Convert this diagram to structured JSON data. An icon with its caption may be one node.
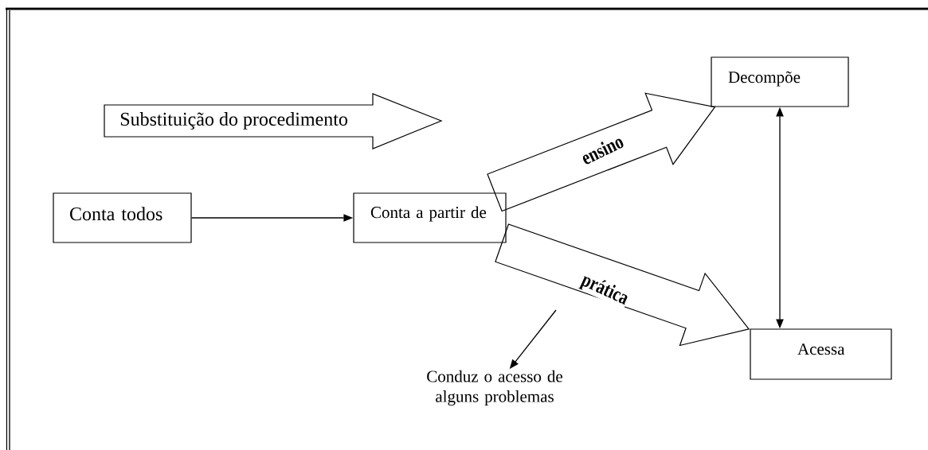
{
  "diagram": {
    "nodes": [
      {
        "text": [
          "Conta todos"
        ]
      },
      {
        "text": [
          "Conta a partir de"
        ]
      },
      {
        "text": [
          "Decompõe"
        ]
      },
      {
        "text": [
          "Acessa"
        ]
      },
      {
        "text": [
          "Substituição do procedimento"
        ]
      },
      {
        "text": [
          "Conduz o acesso de alguns problemas"
        ]
      }
    ],
    "edges": [
      {
        "from": 0,
        "to": 1,
        "arrow": "to"
      },
      {
        "from": 1,
        "to": 2,
        "arrow": "to",
        "label": "ensino",
        "style": "thick"
      },
      {
        "from": 1,
        "to": 3,
        "arrow": "to",
        "label": "prática",
        "style": "thick"
      },
      {
        "from": 2,
        "to": 3,
        "arrow": "both"
      },
      {
        "from": null,
        "to": 5,
        "arrow": "to"
      }
    ]
  }
}
